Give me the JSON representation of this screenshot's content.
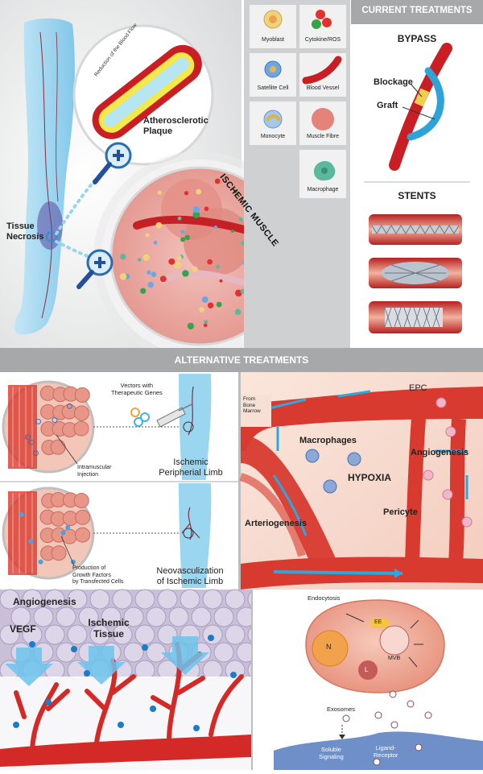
{
  "top": {
    "tissue_necrosis": [
      "Tissue",
      "Necrosis"
    ],
    "blood_flow_label": "Reduction of the Blood Flow",
    "plaque_label": [
      "Atherosclerotic",
      "Plaque"
    ],
    "ischemic_muscle": "ISCHEMIC MUSCLE"
  },
  "legend": [
    {
      "label": "Myoblast",
      "icon": "myoblast-icon"
    },
    {
      "label": "Cytokine/ROS",
      "icon": "cytokine-ros-icon"
    },
    {
      "label": "Satellite Cell",
      "icon": "satellite-cell-icon"
    },
    {
      "label": "Blood Vessel",
      "icon": "blood-vessel-icon"
    },
    {
      "label": "Monocyte",
      "icon": "monocyte-icon"
    },
    {
      "label": "Muscle Fibre",
      "icon": "muscle-fibre-icon"
    },
    {
      "label": "Macrophage",
      "icon": "macrophage-icon"
    }
  ],
  "current": {
    "header": "CURRENT TREATMENTS",
    "bypass": "BYPASS",
    "blockage": "Blockage",
    "graft": "Graft",
    "stents": "STENTS"
  },
  "alternative": {
    "header": "ALTERNATIVE TREATMENTS",
    "vectors": [
      "Vectors with",
      "Therapeutic Genes"
    ],
    "injection": [
      "Intramuscular",
      "Injection"
    ],
    "ischemic_limb": [
      "Ischemic",
      "Peripherial Limb"
    ],
    "production": [
      "Production of",
      "Growth Factors",
      "by Transfected Cells"
    ],
    "neovasc": [
      "Neovasculization",
      "of Ischemic Limb"
    ]
  },
  "vascular": {
    "from_bone_marrow": [
      "From",
      "Bone",
      "Marrow"
    ],
    "epc": "EPC",
    "macrophages": "Macrophages",
    "hypoxia": "HYPOXIA",
    "angiogenesis": "Angiogenesis",
    "pericyte": "Pericyte",
    "arteriogenesis": "Arteriogenesis"
  },
  "bottom_left": {
    "angiogenesis": "Angiogenesis",
    "vegf": "VEGF",
    "ischemic_tissue": [
      "Ischemic",
      "Tissue"
    ]
  },
  "cell": {
    "endocytosis": "Endocytosis",
    "ee": "EE",
    "n": "N",
    "mvb": "MVB",
    "l": "L",
    "exosomes": "Exosomes",
    "soluble": [
      "Soluble",
      "Signaling"
    ],
    "ligand": [
      "Ligand-",
      "Receptor"
    ]
  },
  "colors": {
    "header_gray": "#a6a8aa",
    "vessel_red": "#d42b2b",
    "flow_blue": "#2da9e1",
    "leg_blue": "#8ed0ee"
  }
}
